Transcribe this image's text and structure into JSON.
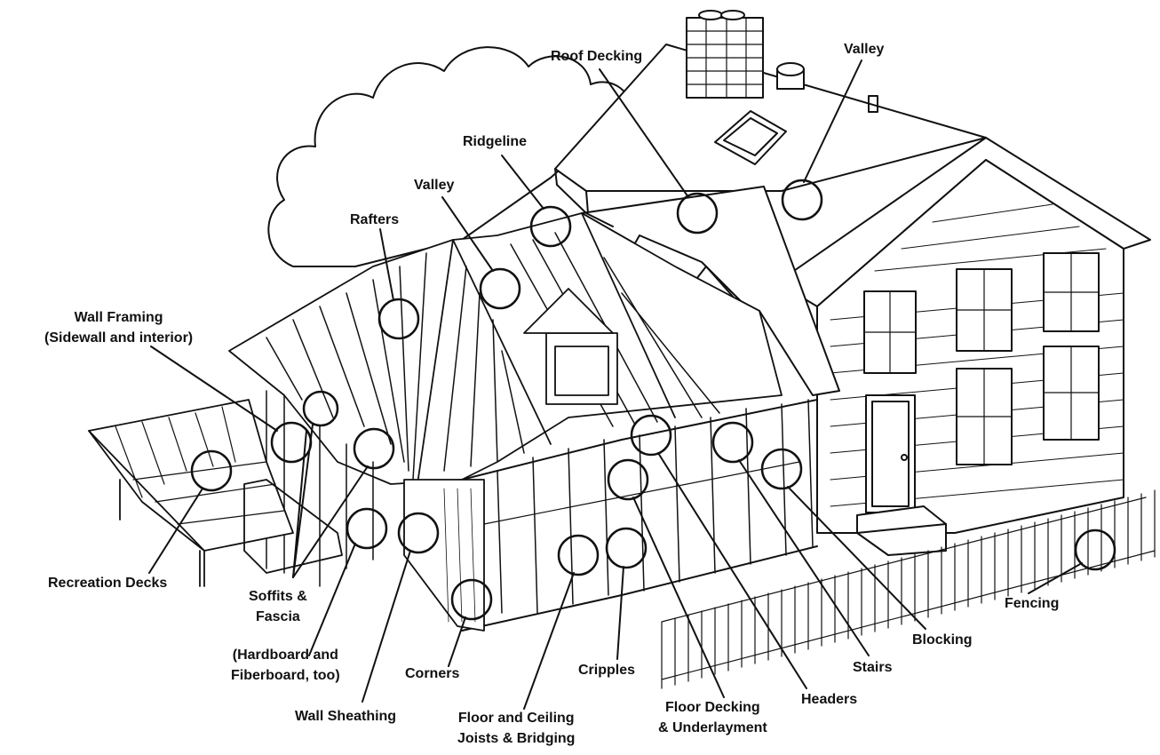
{
  "diagram": {
    "labels": {
      "roof_decking": "Roof Decking",
      "valley_right": "Valley",
      "ridgeline": "Ridgeline",
      "valley_left": "Valley",
      "rafters": "Rafters",
      "wall_framing_line1": "Wall Framing",
      "wall_framing_line2": "(Sidewall and interior)",
      "recreation_decks": "Recreation Decks",
      "soffits_line1": "Soffits &",
      "soffits_line2": "Fascia",
      "hardboard_line1": "(Hardboard and",
      "hardboard_line2": "Fiberboard, too)",
      "wall_sheathing": "Wall Sheathing",
      "corners": "Corners",
      "floor_ceiling_line1": "Floor and Ceiling",
      "floor_ceiling_line2": "Joists & Bridging",
      "cripples": "Cripples",
      "floor_decking_line1": "Floor Decking",
      "floor_decking_line2": "& Underlayment",
      "headers": "Headers",
      "stairs": "Stairs",
      "blocking": "Blocking",
      "fencing": "Fencing"
    },
    "colors": {
      "ink": "#111111",
      "paper": "#ffffff"
    }
  }
}
